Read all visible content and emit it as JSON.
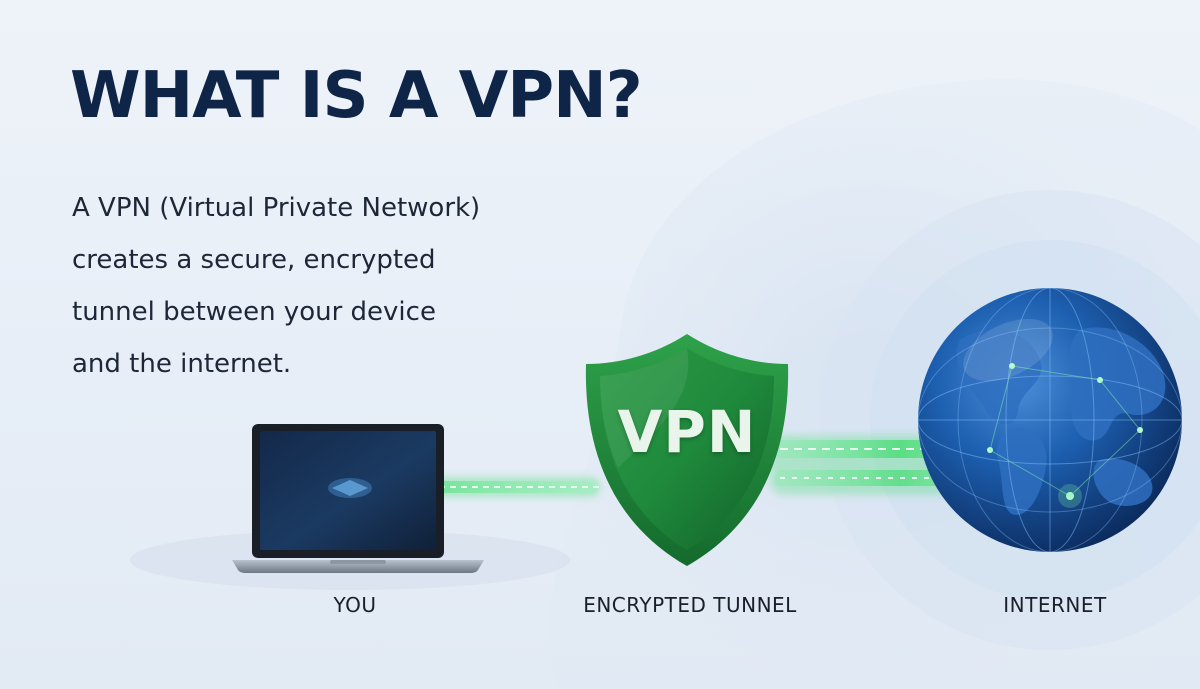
{
  "headline": "WHAT IS A VPN?",
  "description": {
    "lines": [
      "A VPN (Virtual Private Network)",
      "creates a secure, encrypted",
      "tunnel between your device",
      "and the internet."
    ]
  },
  "diagram": {
    "shield_label": "VPN",
    "captions": {
      "you": "YOU",
      "tunnel": "ENCRYPTED TUNNEL",
      "internet": "INTERNET"
    }
  },
  "colors": {
    "headline": "#0f2547",
    "body_text": "#1d2738",
    "shield_green": "#1f8a3c",
    "tunnel_green": "#3ddc6a",
    "globe_blue": "#1d5fb0",
    "background": "#eef3f9"
  },
  "icons": {
    "device": "laptop-icon",
    "security": "shield-icon",
    "network": "globe-icon"
  }
}
